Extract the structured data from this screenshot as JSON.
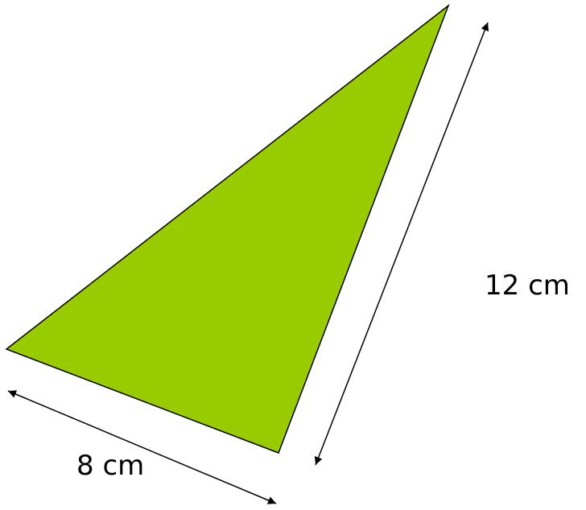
{
  "figure": {
    "shape_fill": "#99CC00",
    "stroke_color": "#000000",
    "dimensions": {
      "base": {
        "value": 8,
        "unit": "cm",
        "label": "8 cm"
      },
      "height": {
        "value": 12,
        "unit": "cm",
        "label": "12 cm"
      }
    }
  }
}
